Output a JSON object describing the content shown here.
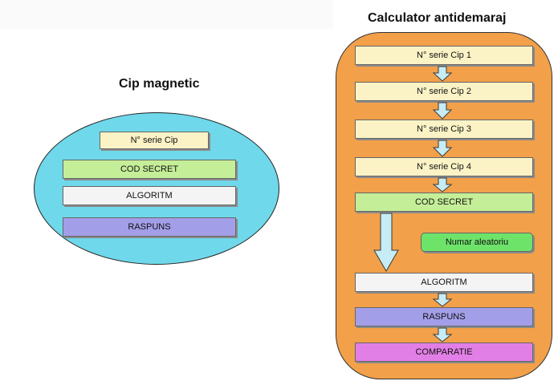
{
  "left": {
    "title": "Cip magnetic",
    "boxes": [
      {
        "label": "N° serie Cip",
        "color": "#fbf3c6"
      },
      {
        "label": "COD SECRET",
        "color": "#c5ee98"
      },
      {
        "label": "ALGORITM",
        "color": "#f4f4f4"
      },
      {
        "label": "RASPUNS",
        "color": "#a39ee8"
      }
    ]
  },
  "right": {
    "title": "Calculator antidemaraj",
    "boxes": [
      {
        "label": "N° serie Cip 1",
        "color": "#fbf3c6"
      },
      {
        "label": "N° serie Cip 2",
        "color": "#fbf3c6"
      },
      {
        "label": "N° serie Cip 3",
        "color": "#fbf3c6"
      },
      {
        "label": "N° serie Cip 4",
        "color": "#fbf3c6"
      },
      {
        "label": "COD SECRET",
        "color": "#c5ee98"
      },
      {
        "label": "Numar aleatoriu",
        "color": "#6ee36a"
      },
      {
        "label": "ALGORITM",
        "color": "#f4f4f4"
      },
      {
        "label": "RASPUNS",
        "color": "#a39ee8"
      },
      {
        "label": "COMPARATIE",
        "color": "#e27fe6"
      }
    ]
  },
  "colors": {
    "oval": "#6fd8ea",
    "panel": "#f2a04a",
    "arrow": "#c6ecf6"
  }
}
